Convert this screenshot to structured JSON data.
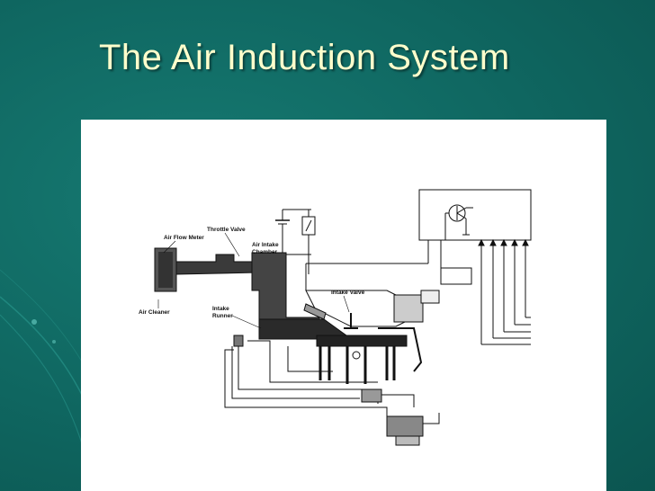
{
  "slide": {
    "title": "The Air Induction System",
    "colors": {
      "background": "#0f6660",
      "title": "#ffffcc",
      "panel": "#ffffff"
    }
  },
  "diagram": {
    "labels": {
      "throttle_valve": "Throttle Valve",
      "air_flow_meter": "Air Flow Meter",
      "air_intake_chamber_1": "Air Intake",
      "air_intake_chamber_2": "Chamber",
      "intake_valve": "Intake Valve",
      "air_cleaner": "Air Cleaner",
      "intake_runner_1": "Intake",
      "intake_runner_2": "Runner"
    }
  }
}
